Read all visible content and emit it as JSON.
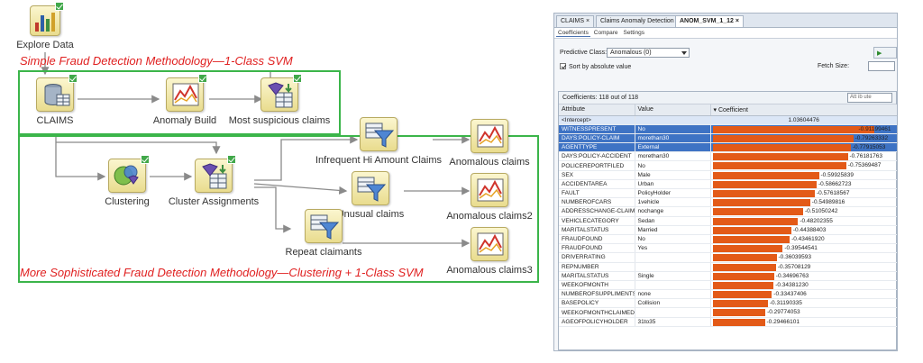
{
  "workflow": {
    "top_node": "Explore Data",
    "simple_title": "Simple Fraud Detection Methodology—1-Class SVM",
    "sophisticated_title": "More Sophisticated Fraud Detection Methodology—Clustering + 1-Class SVM",
    "nodes": {
      "claims": "CLAIMS",
      "anomaly_build": "Anomaly Build",
      "most_suspicious": "Most suspicious claims",
      "clustering": "Clustering",
      "cluster_assignments": "Cluster Assignments",
      "infrequent": "Infrequent Hi Amount Claims",
      "unusual": "Unusual claims",
      "repeat": "Repeat claimants",
      "anomalous1": "Anomalous claims",
      "anomalous2": "Anomalous claims2",
      "anomalous3": "Anomalous claims3"
    },
    "colors": {
      "green_border": "#3bb54a",
      "title_red": "#e02020"
    }
  },
  "panel": {
    "tabs": [
      "CLAIMS",
      "Claims Anomaly Detection",
      "ANOM_SVM_1_12"
    ],
    "subtabs": [
      "Coefficients",
      "Compare",
      "Settings"
    ],
    "predictive_class_label": "Predictive Class:",
    "predictive_class_value": "Anomalous (0)",
    "sort_label": "Sort by absolute value",
    "fetch_size_label": "Fetch Size:",
    "coefficients_count": "Coefficients: 118 out of 118",
    "filter_placeholder": "Att ib ute",
    "columns": [
      "Attribute",
      "Value",
      "Coefficient"
    ],
    "bar_color": "#e35a18",
    "selection_color": "#3e73c4",
    "rows": [
      {
        "attr": "<Intercept>",
        "value": "",
        "coef": "1.03604476",
        "c": 1.03604476,
        "style": "intercept"
      },
      {
        "attr": "WITNESSPRESENT",
        "value": "No",
        "coef": "-0.91199461",
        "c": -0.91199461,
        "style": "sel"
      },
      {
        "attr": "DAYS:POLICY-CLAIM",
        "value": "morethan30",
        "coef": "-0.79263332",
        "c": -0.79263332,
        "style": "sel"
      },
      {
        "attr": "AGENTTYPE",
        "value": "External",
        "coef": "-0.77915053",
        "c": -0.77915053,
        "style": "sel"
      },
      {
        "attr": "DAYS:POLICY-ACCIDENT",
        "value": "morethan30",
        "coef": "-0.76181763",
        "c": -0.76181763,
        "style": ""
      },
      {
        "attr": "POLICEREPORTFILED",
        "value": "No",
        "coef": "-0.75369487",
        "c": -0.75369487,
        "style": ""
      },
      {
        "attr": "SEX",
        "value": "Male",
        "coef": "-0.59925839",
        "c": -0.59925839,
        "style": ""
      },
      {
        "attr": "ACCIDENTAREA",
        "value": "Urban",
        "coef": "-0.58662723",
        "c": -0.58662723,
        "style": ""
      },
      {
        "attr": "FAULT",
        "value": "PolicyHolder",
        "coef": "-0.57618567",
        "c": -0.57618567,
        "style": ""
      },
      {
        "attr": "NUMBEROFCARS",
        "value": "1vehicle",
        "coef": "-0.54989816",
        "c": -0.54989816,
        "style": ""
      },
      {
        "attr": "ADDRESSCHANGE-CLAIM",
        "value": "nochange",
        "coef": "-0.51050242",
        "c": -0.51050242,
        "style": ""
      },
      {
        "attr": "VEHICLECATEGORY",
        "value": "Sedan",
        "coef": "-0.48202355",
        "c": -0.48202355,
        "style": ""
      },
      {
        "attr": "MARITALSTATUS",
        "value": "Married",
        "coef": "-0.44388403",
        "c": -0.44388403,
        "style": ""
      },
      {
        "attr": "FRAUDFOUND",
        "value": "No",
        "coef": "-0.43461920",
        "c": -0.4346192,
        "style": ""
      },
      {
        "attr": "FRAUDFOUND",
        "value": "Yes",
        "coef": "-0.39544541",
        "c": -0.39544541,
        "style": ""
      },
      {
        "attr": "DRIVERRATING",
        "value": "",
        "coef": "-0.36039593",
        "c": -0.36039593,
        "style": ""
      },
      {
        "attr": "REPNUMBER",
        "value": "",
        "coef": "-0.35708129",
        "c": -0.35708129,
        "style": ""
      },
      {
        "attr": "MARITALSTATUS",
        "value": "Single",
        "coef": "-0.34696763",
        "c": -0.34696763,
        "style": ""
      },
      {
        "attr": "WEEKOFMONTH",
        "value": "",
        "coef": "-0.34381230",
        "c": -0.3438123,
        "style": ""
      },
      {
        "attr": "NUMBEROFSUPPLIMENTS",
        "value": "none",
        "coef": "-0.33437406",
        "c": -0.33437406,
        "style": ""
      },
      {
        "attr": "BASEPOLICY",
        "value": "Collision",
        "coef": "-0.31190335",
        "c": -0.31190335,
        "style": ""
      },
      {
        "attr": "WEEKOFMONTHCLAIMED",
        "value": "",
        "coef": "-0.29774053",
        "c": -0.29774053,
        "style": ""
      },
      {
        "attr": "AGEOFPOLICYHOLDER",
        "value": "31to35",
        "coef": "-0.29466101",
        "c": -0.29466101,
        "style": ""
      }
    ]
  }
}
